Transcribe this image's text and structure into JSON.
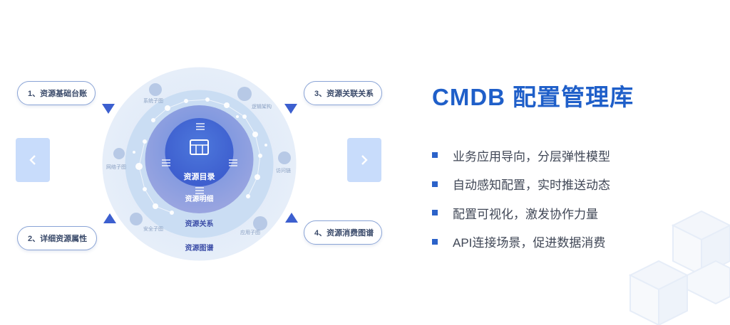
{
  "diagram": {
    "center_label": "资源目录",
    "ring_labels": [
      "资源明细",
      "资源关系",
      "资源图谱"
    ],
    "side_labels": [
      "系统子图",
      "逻辑架构",
      "网络子图",
      "访问链",
      "安全子图",
      "应用子图"
    ]
  },
  "steps": [
    {
      "label": "1、资源基础台账"
    },
    {
      "label": "2、详细资源属性"
    },
    {
      "label": "3、资源关联关系"
    },
    {
      "label": "4、资源消费图谱"
    }
  ],
  "nav": {
    "prev_icon": "chevron-left-icon",
    "next_icon": "chevron-right-icon"
  },
  "content": {
    "title": "CMDB 配置管理库",
    "features": [
      "业务应用导向，分层弹性模型",
      "自动感知配置，实时推送动态",
      "配置可视化，激发协作力量",
      "API连接场景，促进数据消费"
    ]
  },
  "colors": {
    "accent": "#1f5fc9",
    "nav_bg": "#c8dcfb",
    "arrow": "#3c5fcf"
  }
}
